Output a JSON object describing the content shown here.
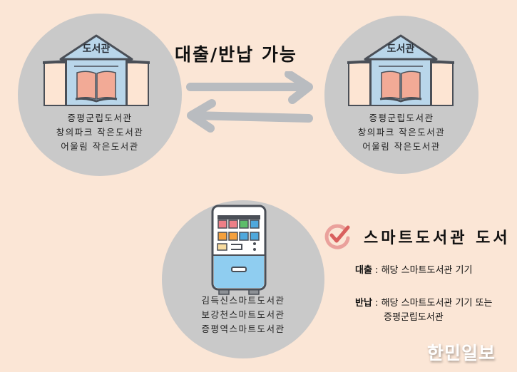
{
  "colors": {
    "background": "#fbe6d6",
    "circle": "#c9c9c9",
    "building_blue": "#b9d6ea",
    "book_pink": "#f2aa96",
    "wing_cream": "#fde5d3",
    "outline": "#4a4f57",
    "arrow_gray": "#b9bcc0",
    "check_red": "#e47572"
  },
  "header": {
    "title": "대출/반납 가능"
  },
  "library_left": {
    "sign": "도서관",
    "names": [
      "증평군립도서관",
      "창의파크 작은도서관",
      "어울림 작은도서관"
    ]
  },
  "library_right": {
    "sign": "도서관",
    "names": [
      "증평군립도서관",
      "창의파크 작은도서관",
      "어울림 작은도서관"
    ]
  },
  "smart_libraries": {
    "names": [
      "김득신스마트도서관",
      "보강천스마트도서관",
      "증평역스마트도서관"
    ]
  },
  "smart_section": {
    "title": "스마트도서관 도서",
    "loan_label": "대출",
    "loan_text": ": 해당 스마트도서관 기기",
    "return_label": "반납",
    "return_text": ": 해당 스마트도서관 기기 또는",
    "return_text_2": "증평군립도서관"
  },
  "icons": {
    "check": "check-circle-icon",
    "arrows": "exchange-arrows-icon",
    "library": "library-building-icon",
    "vending": "vending-machine-icon"
  },
  "watermark": "한민일보"
}
